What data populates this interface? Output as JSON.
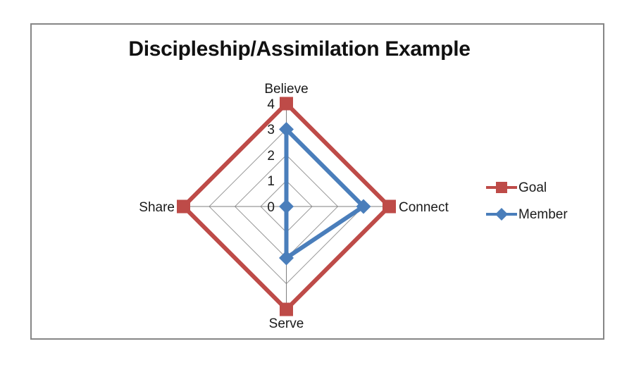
{
  "chart": {
    "title": "Discipleship/Assimilation Example",
    "border_color": "#868686",
    "background": "#ffffff",
    "grid_color": "#9a9a9a",
    "axis_color": "#7f7f7f"
  },
  "legend": {
    "position": "right",
    "entries": [
      {
        "label": "Goal",
        "color": "#be4b48",
        "marker": "square"
      },
      {
        "label": "Member",
        "color": "#4a7ebb",
        "marker": "diamond"
      }
    ]
  },
  "chart_data": {
    "type": "radar",
    "title": "Discipleship/Assimilation Example",
    "categories": [
      "Believe",
      "Connect",
      "Serve",
      "Share"
    ],
    "series": [
      {
        "name": "Goal",
        "color": "#be4b48",
        "marker": "square",
        "values": [
          4,
          4,
          4,
          4
        ]
      },
      {
        "name": "Member",
        "color": "#4a7ebb",
        "marker": "diamond",
        "values": [
          3,
          3,
          2,
          0
        ]
      }
    ],
    "radial_axis": {
      "min": 0,
      "max": 4,
      "ticks": [
        0,
        1,
        2,
        3,
        4
      ],
      "tick_labels": [
        "0",
        "1",
        "2",
        "3",
        "4"
      ],
      "label_axis": "Believe"
    },
    "grid": true,
    "legend_position": "right",
    "xlabel": "",
    "ylabel": ""
  },
  "ticks": {
    "t0": "0",
    "t1": "1",
    "t2": "2",
    "t3": "3",
    "t4": "4"
  },
  "categories": {
    "top": "Believe",
    "right": "Connect",
    "bottom": "Serve",
    "left": "Share"
  }
}
